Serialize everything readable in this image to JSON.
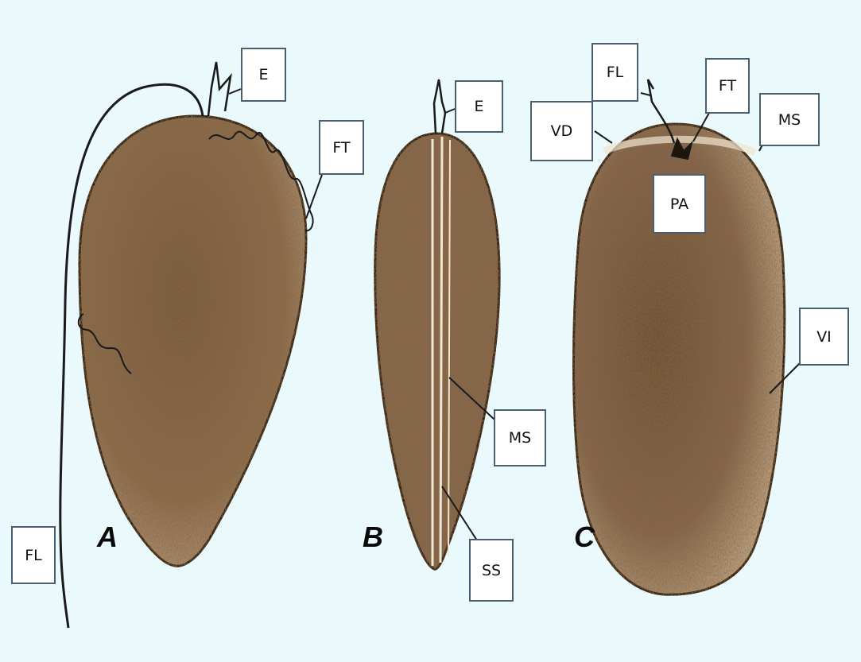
{
  "panels": [
    {
      "letter": "A"
    },
    {
      "letter": "B"
    },
    {
      "letter": "C"
    }
  ],
  "labels": {
    "a_e": "E",
    "a_ft": "FT",
    "a_fl": "FL",
    "b_e": "E",
    "b_ms": "MS",
    "b_ss": "SS",
    "c_fl": "FL",
    "c_ft": "FT",
    "c_vd": "VD",
    "c_ms": "MS",
    "c_pa": "PA",
    "c_vi": "VI"
  },
  "colors": {
    "background": "#eaf9fb",
    "cell_fill": "#8c6b4a",
    "cell_dark": "#3e2a18",
    "cell_light": "#b59a78",
    "line": "#2a2a2a",
    "box_border": "#4a5f72"
  }
}
